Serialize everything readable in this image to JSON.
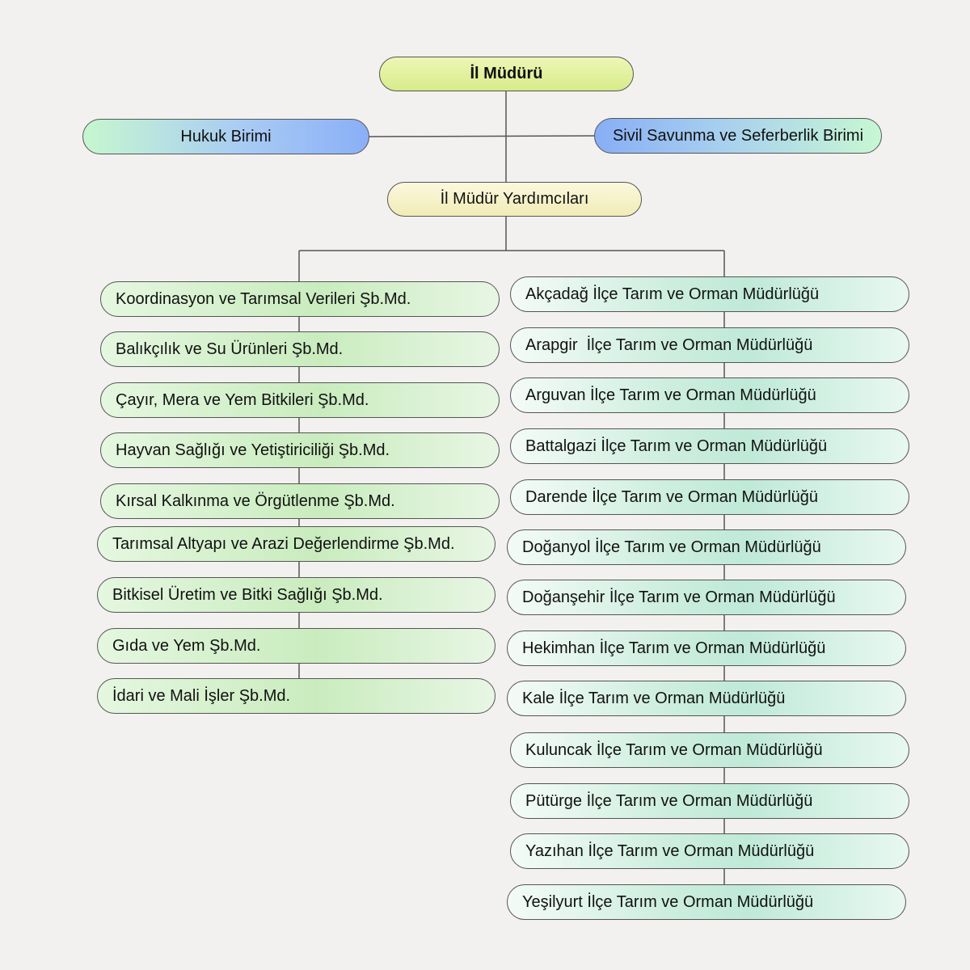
{
  "top": {
    "label": "İl Müdürü"
  },
  "hukuk": {
    "label": "Hukuk Birimi"
  },
  "sivil": {
    "label": "Sivil Savunma ve Seferberlik Birimi"
  },
  "deputy": {
    "label": "İl Müdür Yardımcıları"
  },
  "branches": [
    "Koordinasyon ve Tarımsal Verileri Şb.Md.",
    "Balıkçılık ve Su Ürünleri Şb.Md.",
    "Çayır, Mera ve Yem Bitkileri Şb.Md.",
    "Hayvan Sağlığı ve Yetiştiriciliği Şb.Md.",
    "Kırsal Kalkınma ve Örgütlenme Şb.Md.",
    "Tarımsal Altyapı ve Arazi Değerlendirme Şb.Md.",
    "Bitkisel Üretim ve Bitki Sağlığı Şb.Md.",
    "Gıda ve Yem Şb.Md.",
    "İdari ve Mali İşler Şb.Md."
  ],
  "districts": [
    "Akçadağ İlçe Tarım ve Orman Müdürlüğü",
    "Arapgir  İlçe Tarım ve Orman Müdürlüğü",
    "Arguvan İlçe Tarım ve Orman Müdürlüğü",
    "Battalgazi İlçe Tarım ve Orman Müdürlüğü",
    "Darende İlçe Tarım ve Orman Müdürlüğü",
    "Doğanyol İlçe Tarım ve Orman Müdürlüğü",
    "Doğanşehir İlçe Tarım ve Orman Müdürlüğü",
    "Hekimhan İlçe Tarım ve Orman Müdürlüğü",
    "Kale İlçe Tarım ve Orman Müdürlüğü",
    "Kuluncak İlçe Tarım ve Orman Müdürlüğü",
    "Pütürge İlçe Tarım ve Orman Müdürlüğü",
    "Yazıhan İlçe Tarım ve Orman Müdürlüğü",
    "Yeşilyurt İlçe Tarım ve Orman Müdürlüğü"
  ]
}
